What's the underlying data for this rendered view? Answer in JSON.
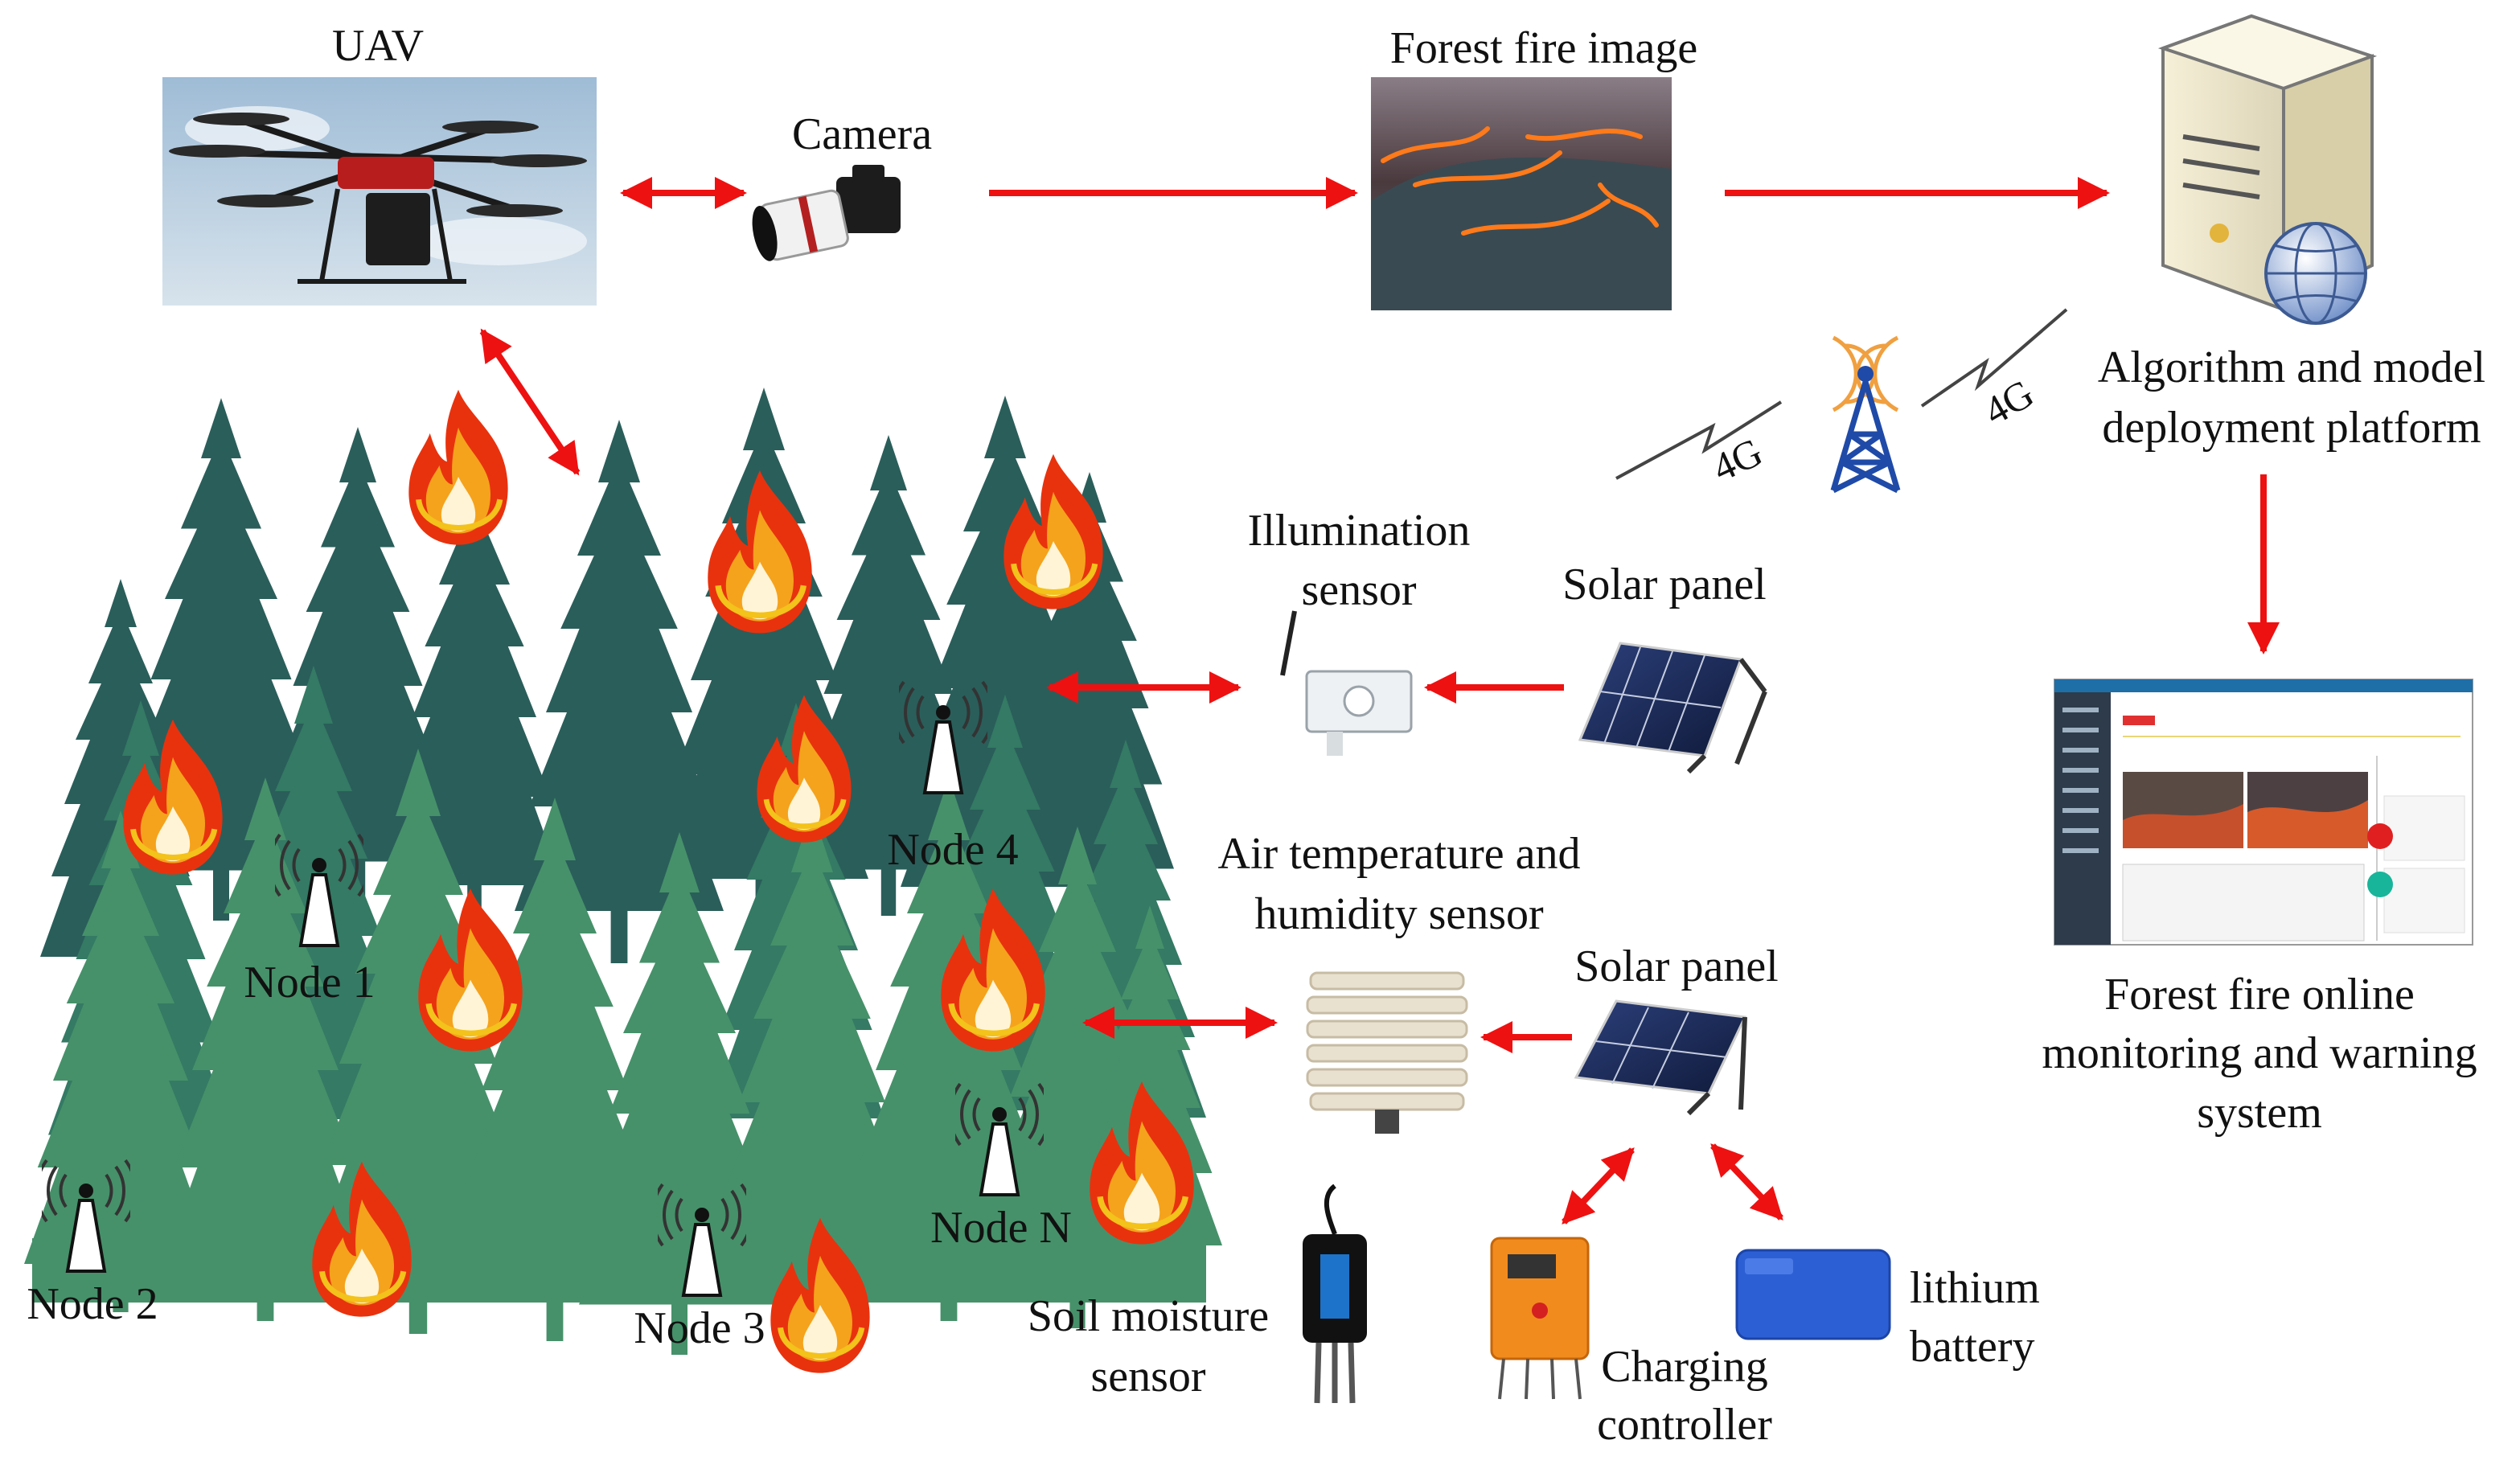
{
  "labels": {
    "uav": "UAV",
    "camera": "Camera",
    "fire_image": "Forest fire image",
    "platform_line1": "Algorithm and model",
    "platform_line2": "deployment platform",
    "tower_left": "4G",
    "tower_right": "4G",
    "illum_line1": "Illumination",
    "illum_line2": "sensor",
    "solar_top": "Solar panel",
    "air_line1": "Air temperature and",
    "air_line2": "humidity sensor",
    "solar_bottom": "Solar panel",
    "monitor_line1": "Forest fire online",
    "monitor_line2": "monitoring and warning",
    "monitor_line3": "system",
    "soil_line1": "Soil moisture",
    "soil_line2": "sensor",
    "charge_line1": "Charging",
    "charge_line2": "controller",
    "battery_line1": "lithium",
    "battery_line2": "battery",
    "node1": "Node 1",
    "node2": "Node 2",
    "node3": "Node 3",
    "node4": "Node 4",
    "noden": "Node N"
  },
  "colors": {
    "arrow": "#ee1111",
    "dark_tree": "#2a5e5a",
    "mid_tree": "#347a64",
    "light_tree": "#46916a",
    "flame_outer": "#e8320e",
    "flame_mid": "#f5a31c",
    "flame_inner": "#fff4d6"
  },
  "icons": {
    "uav": "drone-photo",
    "camera": "camera-icon",
    "fire_image": "forest-fire-photo",
    "server": "server-globe-icon",
    "tower": "signal-tower-icon",
    "node": "wireless-node-icon",
    "flame": "flame-icon"
  }
}
